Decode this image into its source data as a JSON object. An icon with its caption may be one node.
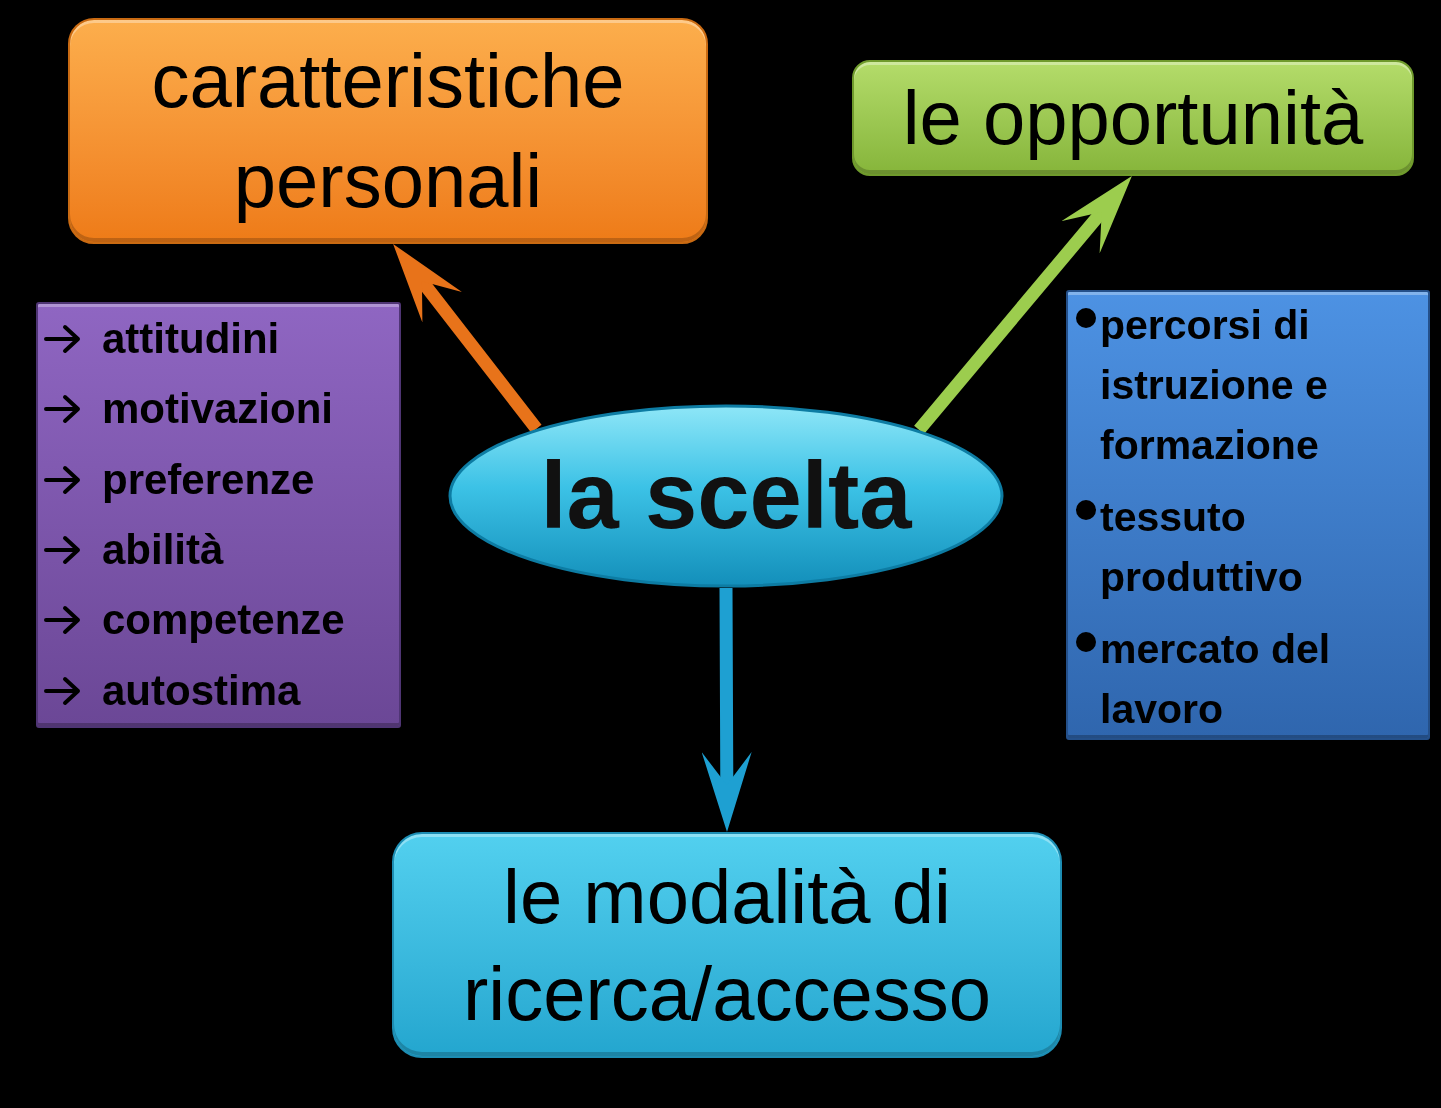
{
  "diagram": {
    "nodes": [
      {
        "text": [
          "caratteristiche personali"
        ]
      },
      {
        "text": [
          "le opportunità"
        ]
      },
      {
        "text": [
          "la scelta"
        ]
      },
      {
        "text": [
          "attitudini",
          "motivazioni",
          "preferenze",
          "abilità",
          "competenze",
          "autostima"
        ]
      },
      {
        "text": [
          "percorsi di istruzione e formazione",
          "tessuto produttivo",
          "mercato del lavoro"
        ]
      },
      {
        "text": [
          "le modalità di ricerca/accesso"
        ]
      }
    ],
    "edges": [
      {
        "from": 2,
        "to": 0,
        "arrow": "to",
        "color": "#e8731a"
      },
      {
        "from": 2,
        "to": 1,
        "arrow": "to",
        "color": "#9ccd4e"
      },
      {
        "from": 2,
        "to": 5,
        "arrow": "to",
        "color": "#1ea0d2"
      }
    ]
  }
}
